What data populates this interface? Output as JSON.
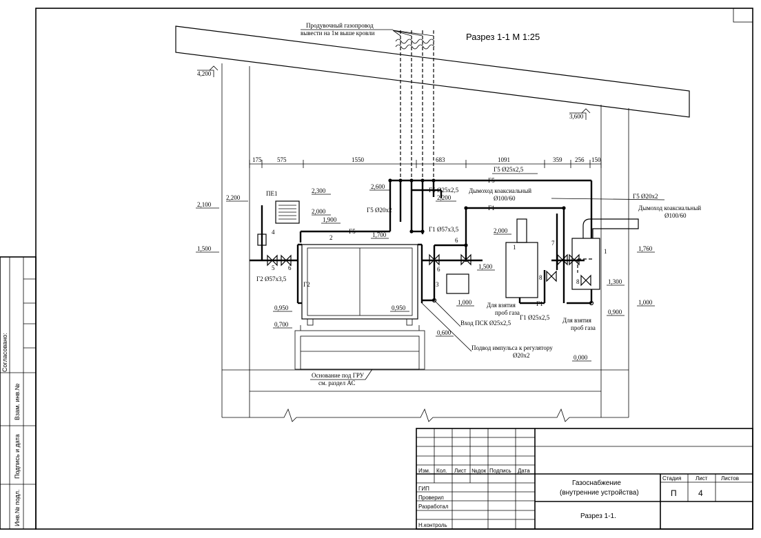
{
  "title": "Разрез 1-1 М 1:25",
  "purge_note": [
    "Продувочный газопровод",
    "вывести на 1м выше кровли"
  ],
  "levels": {
    "l4200": "4,200",
    "l3600": "3,600",
    "l2600": "2,600",
    "l2300": "2,300",
    "l2200a": "2,200",
    "l2200b": "2,200",
    "l2100": "2,100",
    "l2000a": "2,000",
    "l2000b": "2,000",
    "l1900": "1,900",
    "l1760": "1,760",
    "l1700": "1,700",
    "l1500a": "1,500",
    "l1500b": "1,500",
    "l1300": "1,300",
    "l1000a": "1,000",
    "l1000b": "1,000",
    "l0950a": "0,950",
    "l0950b": "0,950",
    "l0900": "0,900",
    "l0700": "0,700",
    "l0600": "0,600",
    "l0000": "0,000"
  },
  "dims": [
    "175",
    "575",
    "1550",
    "683",
    "1091",
    "359",
    "256",
    "150"
  ],
  "labels": {
    "pe1": "ПЕ1",
    "g5_25": "Г5 Ø25х2,5",
    "g5_25b": "Г5 Ø25х2,5",
    "g5_20": "Г5 Ø20х2",
    "g5_20b": "Г5 Ø20х2",
    "g1_57": "Г1 Ø57х3,5",
    "g2_57": "Г2 Ø57х3,5",
    "g1_25": "Г1 Ø25х2,5",
    "chimney1a": "Дымоход коаксиальный",
    "chimney1b": "Ø100/60",
    "chimney2a": "Дымоход коаксиальный",
    "chimney2b": "Ø100/60",
    "sample1a": "Для взятия",
    "sample1b": "проб газа",
    "sample2a": "Для взятия",
    "sample2b": "проб газа",
    "psk": "Вход ПСК Ø25х2,5",
    "impulse_a": "Подвод импульса к регулятору",
    "impulse_b": "Ø20х2",
    "base_a": "Основание под ГРУ",
    "base_b": "см. раздел АС",
    "g5": "Г5",
    "g1": "Г1",
    "g2": "Г2"
  },
  "marks": {
    "n1a": "1",
    "n1b": "1",
    "n2": "2",
    "n3": "3",
    "n4": "4",
    "n5": "5",
    "n6a": "6",
    "n6b": "6",
    "n6c": "6",
    "n7": "7",
    "n8a": "8",
    "n8b": "8"
  },
  "side_stamp": {
    "soglasovano": "Согласовано:",
    "vzam": "Взам. инв.№",
    "podpis": "Подпись и дата",
    "inv": "Инв.№ подл."
  },
  "title_block": {
    "cols": [
      "Изм.",
      "Кол.",
      "Лист",
      "№док",
      "Подпись",
      "Дата"
    ],
    "roles": [
      "ГИП",
      "Проверил",
      "Разработал",
      "Н.контроль"
    ],
    "project_line1": "Газоснабжение",
    "project_line2": "(внутренние устройства)",
    "sheet_title": "Разрез 1-1.",
    "stage_label": "Стадия",
    "sheet_label": "Лист",
    "sheets_label": "Листов",
    "stage": "П",
    "sheet": "4",
    "sheets": ""
  }
}
